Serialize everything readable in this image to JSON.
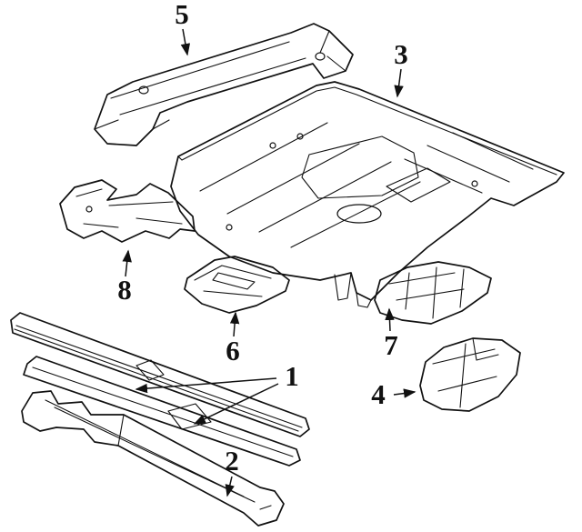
{
  "figure": {
    "type": "exploded-parts-line-diagram",
    "background_color": "#ffffff",
    "line_color": "#111111",
    "callouts": [
      {
        "label": "1"
      },
      {
        "label": "2"
      },
      {
        "label": "3"
      },
      {
        "label": "4"
      },
      {
        "label": "5"
      },
      {
        "label": "6"
      },
      {
        "label": "7"
      },
      {
        "label": "8"
      }
    ]
  }
}
